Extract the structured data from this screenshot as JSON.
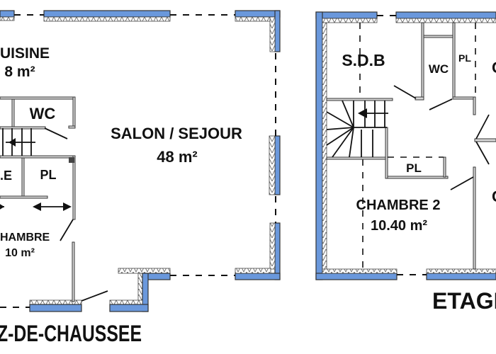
{
  "ground_floor": {
    "title": "Z-DE-CHAUSSEE",
    "rooms": {
      "kitchen_name": "UISINE",
      "kitchen_area": "8 m²",
      "wc": "WC",
      "living_name": "SALON / SEJOUR",
      "living_area": "48 m²",
      "partial_room": ".E",
      "closet": "PL",
      "bedroom_name": "HAMBRE",
      "bedroom_area": "10 m²"
    }
  },
  "upper_floor": {
    "title": "ETAGE",
    "rooms": {
      "bathroom": "S.D.B",
      "wc": "WC",
      "closet_top": "PL",
      "closet_stair": "PL",
      "bedroom2_name": "CHAMBRE 2",
      "bedroom2_area": "10.40 m²",
      "cut_room_top": "C",
      "cut_room_bottom": "C"
    }
  },
  "colors": {
    "wall": "#6a98dc",
    "line": "#111111"
  }
}
